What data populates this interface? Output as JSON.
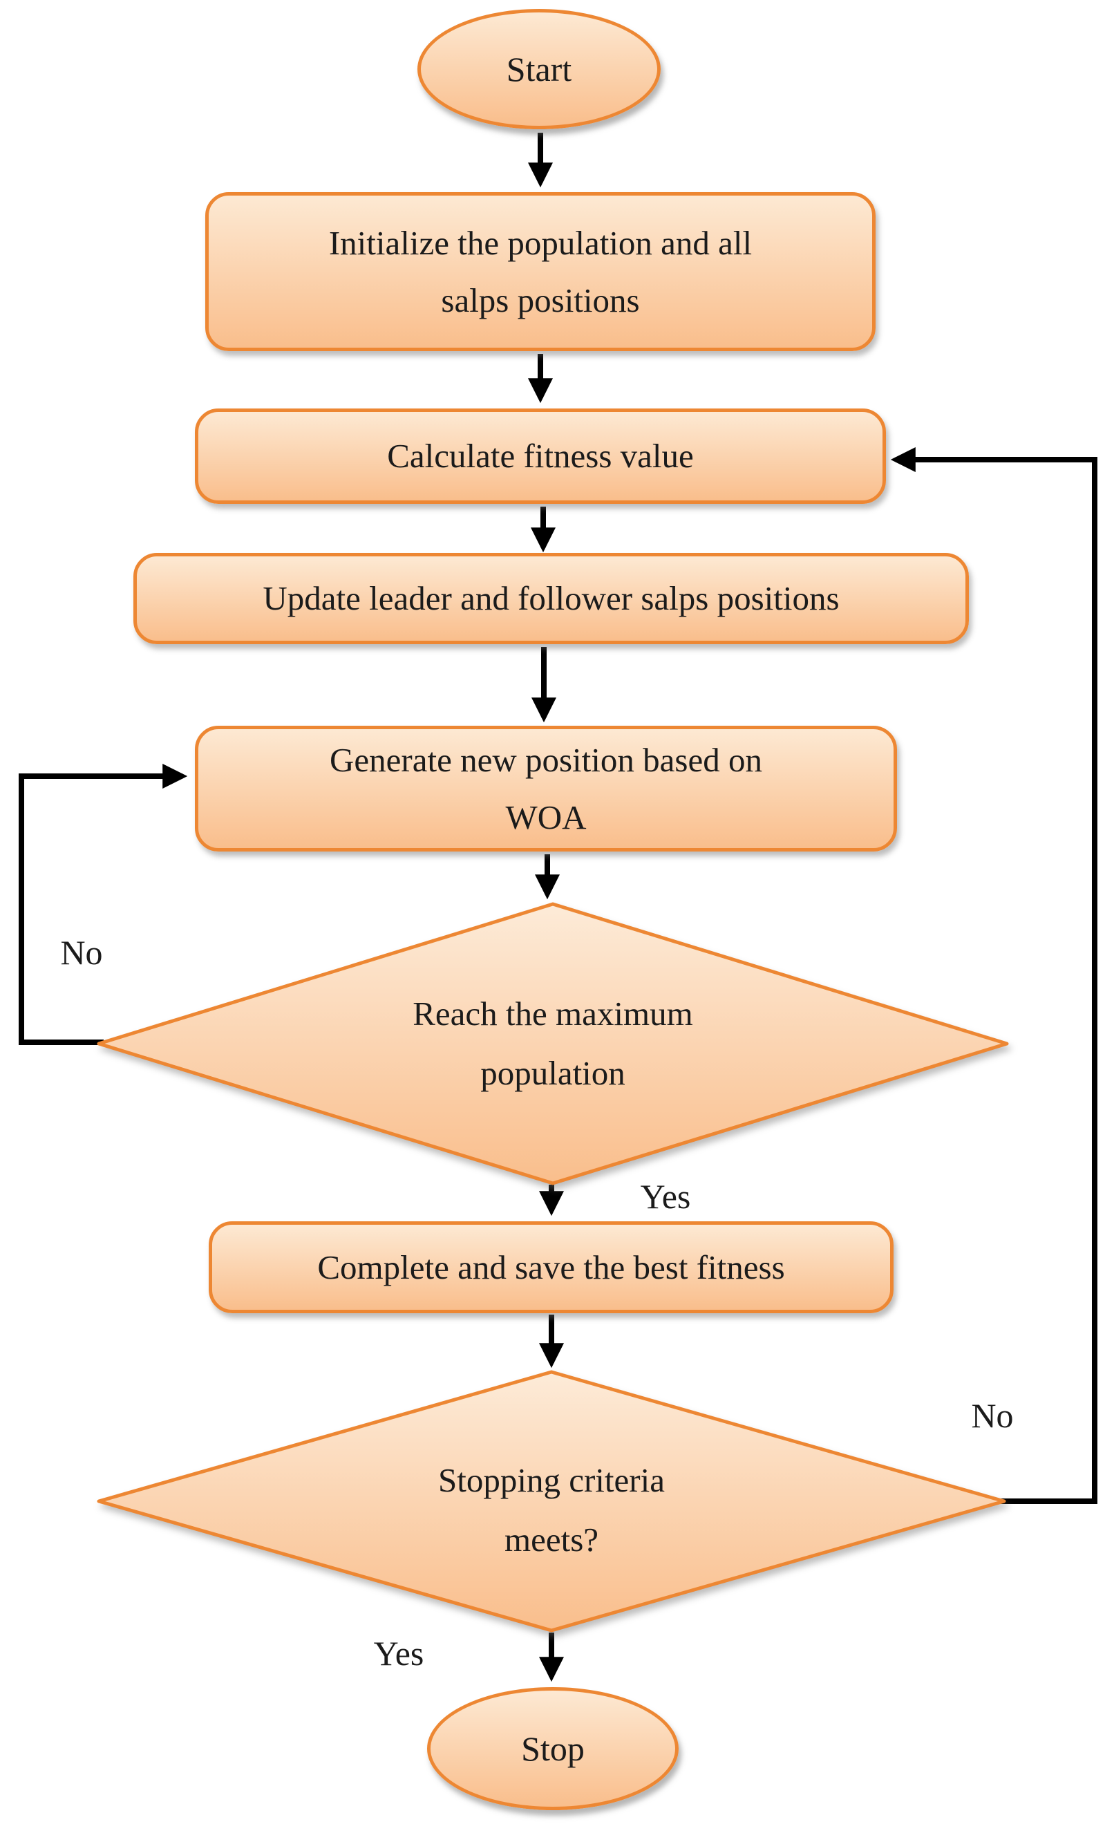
{
  "flowchart": {
    "nodes": {
      "start": {
        "type": "terminator",
        "label": "Start"
      },
      "initialize": {
        "type": "process",
        "lines": [
          "Initialize the population and all",
          "salps positions"
        ]
      },
      "calculate": {
        "type": "process",
        "lines": [
          "Calculate fitness value"
        ]
      },
      "update": {
        "type": "process",
        "lines": [
          "Update leader and follower salps positions"
        ]
      },
      "generate": {
        "type": "process",
        "lines": [
          "Generate new position based on",
          "WOA"
        ]
      },
      "reach_max": {
        "type": "decision",
        "lines": [
          "Reach the maximum",
          "population"
        ]
      },
      "complete": {
        "type": "process",
        "lines": [
          "Complete and save the best fitness"
        ]
      },
      "stopping": {
        "type": "decision",
        "lines": [
          "Stopping criteria",
          "meets?"
        ]
      },
      "stop": {
        "type": "terminator",
        "label": "Stop"
      }
    },
    "edge_labels": {
      "no_left": "No",
      "yes_mid": "Yes",
      "no_right": "No",
      "yes_bottom": "Yes"
    },
    "edges": [
      {
        "from": "start",
        "to": "initialize",
        "label": ""
      },
      {
        "from": "initialize",
        "to": "calculate",
        "label": ""
      },
      {
        "from": "calculate",
        "to": "update",
        "label": ""
      },
      {
        "from": "update",
        "to": "generate",
        "label": ""
      },
      {
        "from": "generate",
        "to": "reach_max",
        "label": ""
      },
      {
        "from": "reach_max",
        "to": "generate",
        "label": "No"
      },
      {
        "from": "reach_max",
        "to": "complete",
        "label": "Yes"
      },
      {
        "from": "complete",
        "to": "stopping",
        "label": ""
      },
      {
        "from": "stopping",
        "to": "calculate",
        "label": "No"
      },
      {
        "from": "stopping",
        "to": "stop",
        "label": "Yes"
      }
    ],
    "colors": {
      "shape_border": "#ED8733",
      "shape_fill_light": "#FDE9D3",
      "shape_fill_dark": "#F9BE8C",
      "arrow": "#000000",
      "text": "#1B1B1B",
      "background": "#FFFFFF"
    }
  }
}
